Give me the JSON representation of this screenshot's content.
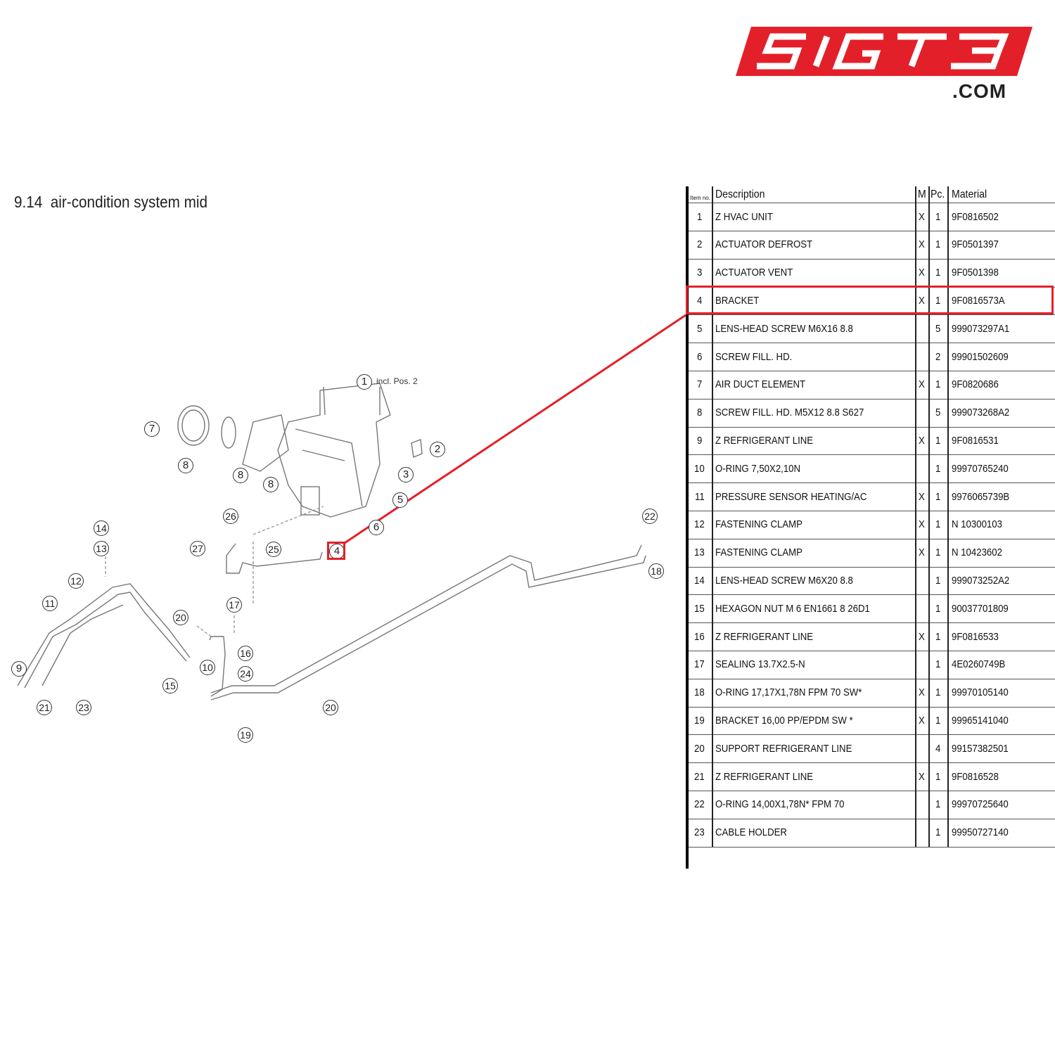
{
  "logo": {
    "text": "5IGT3",
    "suffix": ".COM",
    "color": "#e3202a"
  },
  "section_title": "9.14  air-condition system mid",
  "diagram": {
    "highlight_item": "4",
    "highlight_color": "#e3202a",
    "incl_note": "incl. Pos. 2",
    "callouts": [
      "1",
      "7",
      "8",
      "8",
      "8",
      "2",
      "3",
      "5",
      "6",
      "4",
      "26",
      "27",
      "25",
      "14",
      "13",
      "12",
      "11",
      "9",
      "21",
      "23",
      "20",
      "17",
      "16",
      "10",
      "24",
      "15",
      "19",
      "20",
      "22",
      "18"
    ]
  },
  "table": {
    "headers": {
      "item_no": "Item no.",
      "description": "Description",
      "m": "M",
      "pc": "Pc.",
      "material": "Material"
    },
    "highlighted_row": 4,
    "rows": [
      {
        "no": "1",
        "desc": "Z HVAC UNIT",
        "m": "X",
        "pc": "1",
        "mat": "9F0816502"
      },
      {
        "no": "2",
        "desc": "ACTUATOR DEFROST",
        "m": "X",
        "pc": "1",
        "mat": "9F0501397"
      },
      {
        "no": "3",
        "desc": "ACTUATOR VENT",
        "m": "X",
        "pc": "1",
        "mat": "9F0501398"
      },
      {
        "no": "4",
        "desc": "BRACKET",
        "m": "X",
        "pc": "1",
        "mat": "9F0816573A"
      },
      {
        "no": "5",
        "desc": "LENS-HEAD SCREW M6X16 8.8",
        "m": "",
        "pc": "5",
        "mat": "999073297A1"
      },
      {
        "no": "6",
        "desc": "SCREW FILL. HD.",
        "m": "",
        "pc": "2",
        "mat": "99901502609"
      },
      {
        "no": "7",
        "desc": "AIR DUCT ELEMENT",
        "m": "X",
        "pc": "1",
        "mat": "9F0820686"
      },
      {
        "no": "8",
        "desc": "SCREW FILL. HD. M5X12 8.8 S627",
        "m": "",
        "pc": "5",
        "mat": "999073268A2"
      },
      {
        "no": "9",
        "desc": "Z REFRIGERANT LINE",
        "m": "X",
        "pc": "1",
        "mat": "9F0816531"
      },
      {
        "no": "10",
        "desc": "O-RING 7,50X2,10N",
        "m": "",
        "pc": "1",
        "mat": "99970765240"
      },
      {
        "no": "11",
        "desc": "PRESSURE SENSOR HEATING/AC",
        "m": "X",
        "pc": "1",
        "mat": "9976065739B"
      },
      {
        "no": "12",
        "desc": "FASTENING CLAMP",
        "m": "X",
        "pc": "1",
        "mat": "N 10300103"
      },
      {
        "no": "13",
        "desc": "FASTENING CLAMP",
        "m": "X",
        "pc": "1",
        "mat": "N 10423602"
      },
      {
        "no": "14",
        "desc": "LENS-HEAD SCREW M6X20 8.8",
        "m": "",
        "pc": "1",
        "mat": "999073252A2"
      },
      {
        "no": "15",
        "desc": "HEXAGON NUT M 6 EN1661 8 26D1",
        "m": "",
        "pc": "1",
        "mat": "90037701809"
      },
      {
        "no": "16",
        "desc": "Z REFRIGERANT LINE",
        "m": "X",
        "pc": "1",
        "mat": "9F0816533"
      },
      {
        "no": "17",
        "desc": "SEALING 13.7X2.5-N",
        "m": "",
        "pc": "1",
        "mat": "4E0260749B"
      },
      {
        "no": "18",
        "desc": "O-RING 17,17X1,78N FPM 70 SW*",
        "m": "X",
        "pc": "1",
        "mat": "99970105140"
      },
      {
        "no": "19",
        "desc": "BRACKET 16,00 PP/EPDM SW *",
        "m": "X",
        "pc": "1",
        "mat": "99965141040"
      },
      {
        "no": "20",
        "desc": "SUPPORT REFRIGERANT LINE",
        "m": "",
        "pc": "4",
        "mat": "99157382501"
      },
      {
        "no": "21",
        "desc": "Z REFRIGERANT LINE",
        "m": "X",
        "pc": "1",
        "mat": "9F0816528"
      },
      {
        "no": "22",
        "desc": "O-RING 14,00X1,78N* FPM 70",
        "m": "",
        "pc": "1",
        "mat": "99970725640"
      },
      {
        "no": "23",
        "desc": "CABLE HOLDER",
        "m": "",
        "pc": "1",
        "mat": "99950727140"
      }
    ]
  }
}
